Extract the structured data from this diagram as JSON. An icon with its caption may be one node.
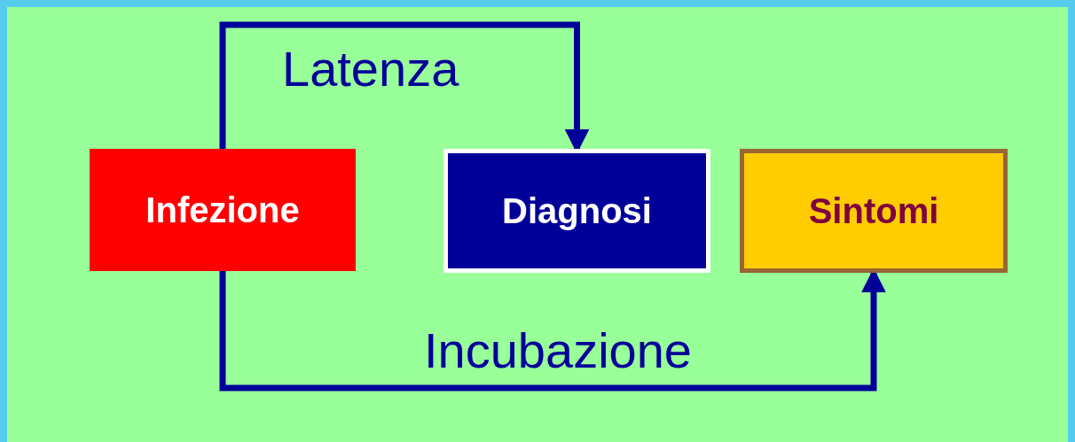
{
  "diagram": {
    "nodes": [
      {
        "text": [
          "Infezione"
        ]
      },
      {
        "text": [
          "Diagnosi"
        ]
      },
      {
        "text": [
          "Sintomi"
        ]
      }
    ],
    "edges": [
      {
        "from": 0,
        "to": 1,
        "arrow": "to",
        "label": "Latenza"
      },
      {
        "from": 0,
        "to": 2,
        "arrow": "to",
        "label": "Incubazione"
      }
    ]
  }
}
